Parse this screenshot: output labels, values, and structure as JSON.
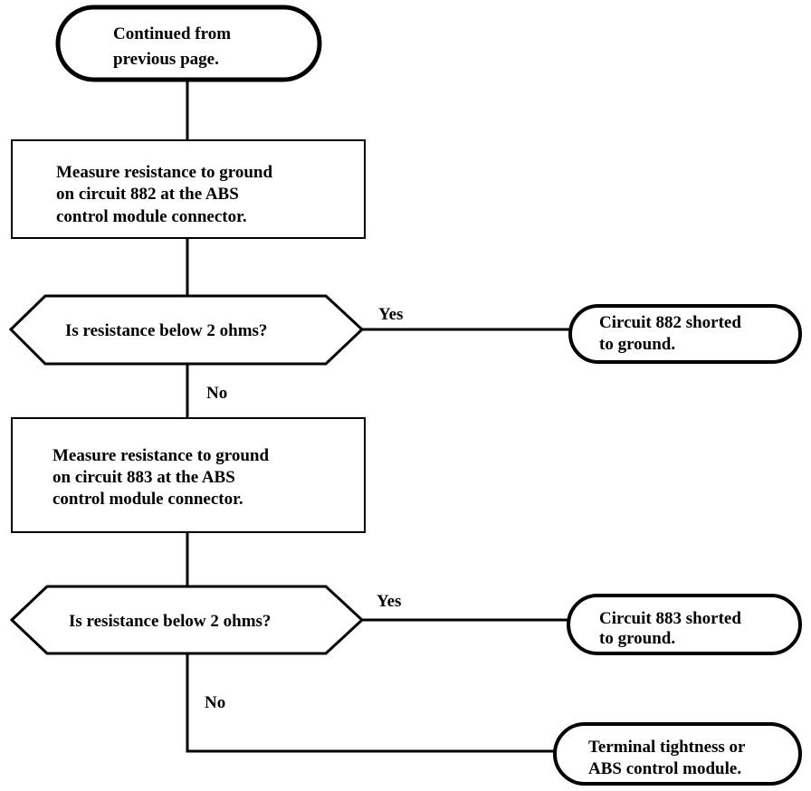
{
  "flowchart": {
    "start": {
      "line1": "Continued from",
      "line2": "previous page."
    },
    "step1": {
      "line1": "Measure resistance to ground",
      "line2": "on circuit 882 at the ABS",
      "line3": "control module connector."
    },
    "decision1": {
      "question": "Is resistance  below 2 ohms?",
      "yes_label": "Yes",
      "no_label": "No"
    },
    "result1": {
      "line1": "Circuit 882 shorted",
      "line2": "to ground."
    },
    "step2": {
      "line1": "Measure resistance to ground",
      "line2": "on circuit 883 at the ABS",
      "line3": "control module connector."
    },
    "decision2": {
      "question": "Is resistance  below 2 ohms?",
      "yes_label": "Yes",
      "no_label": "No"
    },
    "result2": {
      "line1": "Circuit 883 shorted",
      "line2": "to ground."
    },
    "result3": {
      "line1": "Terminal tightness or",
      "line2": "ABS control module."
    }
  }
}
